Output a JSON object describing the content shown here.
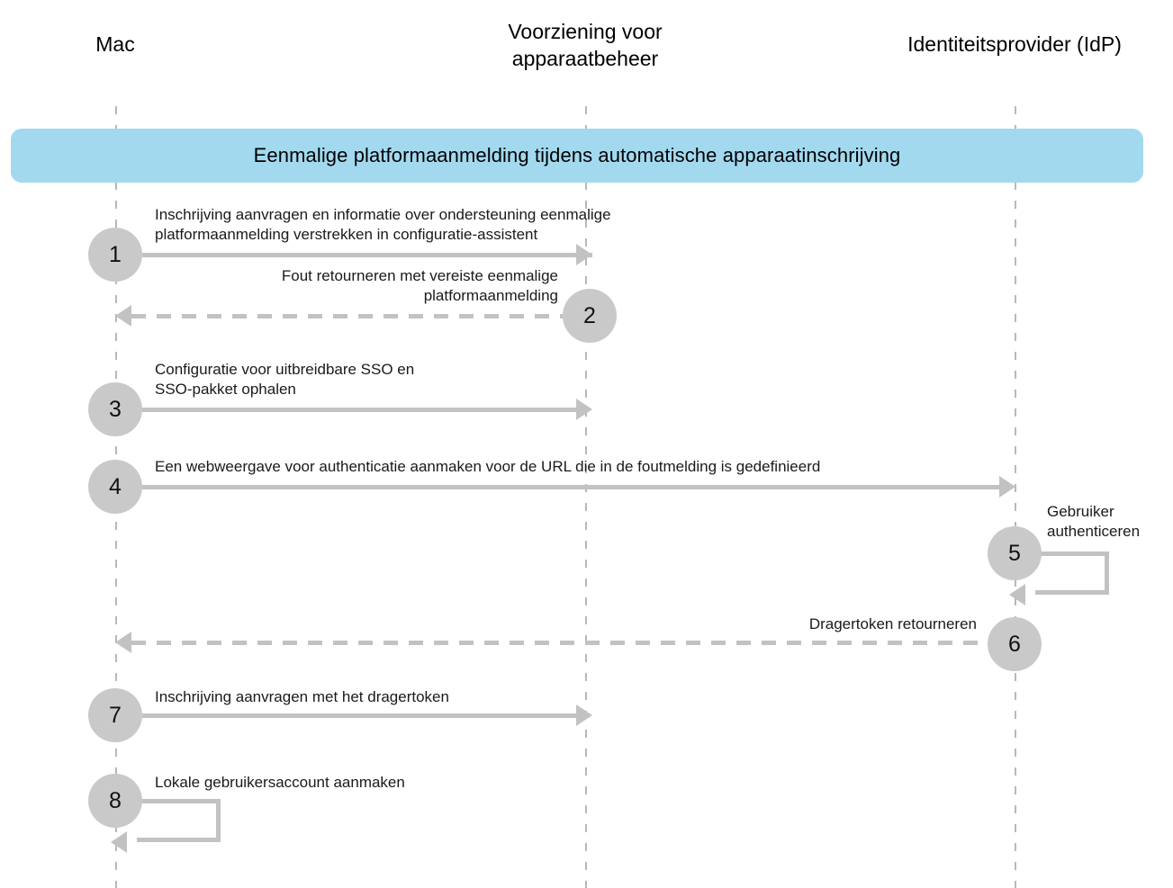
{
  "diagram": {
    "title": "Eenmalige platformaanmelding tijdens automatische apparaatinschrijving",
    "colors": {
      "banner": "#a2d9ef",
      "arrow": "#c2c2c2",
      "circle": "#c9c9c9",
      "lifeline": "#b8b8b8",
      "background": "#ffffff"
    },
    "lanes": [
      {
        "id": "mac",
        "label": "Mac"
      },
      {
        "id": "mdm",
        "label": "Voorziening voor\napparaatbeheer"
      },
      {
        "id": "idp",
        "label": "Identiteitsprovider (IdP)"
      }
    ],
    "steps": [
      {
        "number": "1",
        "label": "Inschrijving aanvragen en informatie over ondersteuning eenmalige\nplatformaanmelding verstrekken in configuratie-assistent",
        "from": "mac",
        "to": "mdm",
        "direction": "right",
        "style": "solid"
      },
      {
        "number": "2",
        "label": "Fout retourneren met vereiste eenmalige\nplatformaanmelding",
        "from": "mdm",
        "to": "mac",
        "direction": "left",
        "style": "dashed"
      },
      {
        "number": "3",
        "label": "Configuratie voor uitbreidbare SSO en\nSSO-pakket ophalen",
        "from": "mac",
        "to": "mdm",
        "direction": "right",
        "style": "solid"
      },
      {
        "number": "4",
        "label": "Een webweergave voor authenticatie aanmaken voor de URL die in de foutmelding is gedefinieerd",
        "from": "mac",
        "to": "idp",
        "direction": "right",
        "style": "solid"
      },
      {
        "number": "5",
        "label": "Gebruiker\nauthenticeren",
        "from": "idp",
        "to": "idp",
        "direction": "self",
        "style": "solid"
      },
      {
        "number": "6",
        "label": "Dragertoken retourneren",
        "from": "idp",
        "to": "mac",
        "direction": "left",
        "style": "dashed"
      },
      {
        "number": "7",
        "label": "Inschrijving aanvragen met het dragertoken",
        "from": "mac",
        "to": "mdm",
        "direction": "right",
        "style": "solid"
      },
      {
        "number": "8",
        "label": "Lokale gebruikersaccount aanmaken",
        "from": "mac",
        "to": "mac",
        "direction": "self",
        "style": "solid"
      }
    ]
  }
}
